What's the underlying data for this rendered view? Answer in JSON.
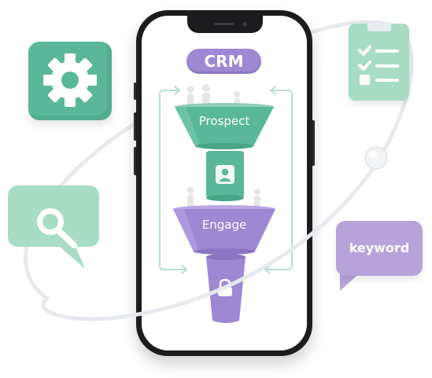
{
  "screen": {
    "pill_text": "CRM",
    "funnel": {
      "top_stage": "Prospect",
      "bottom_stage": "Engage"
    }
  },
  "floating_cards": {
    "keyword_bubble": "keyword"
  },
  "icons": [
    "gear-icon",
    "clipboard-checklist-icon",
    "magnifier-icon",
    "user-icon",
    "lock-icon"
  ],
  "colors": {
    "teal": "#5ab79a",
    "mint": "#a8dcc5",
    "purple": "#9d88d3",
    "lavender": "#b6a3d9",
    "phone_frame": "#1c1c1e"
  }
}
